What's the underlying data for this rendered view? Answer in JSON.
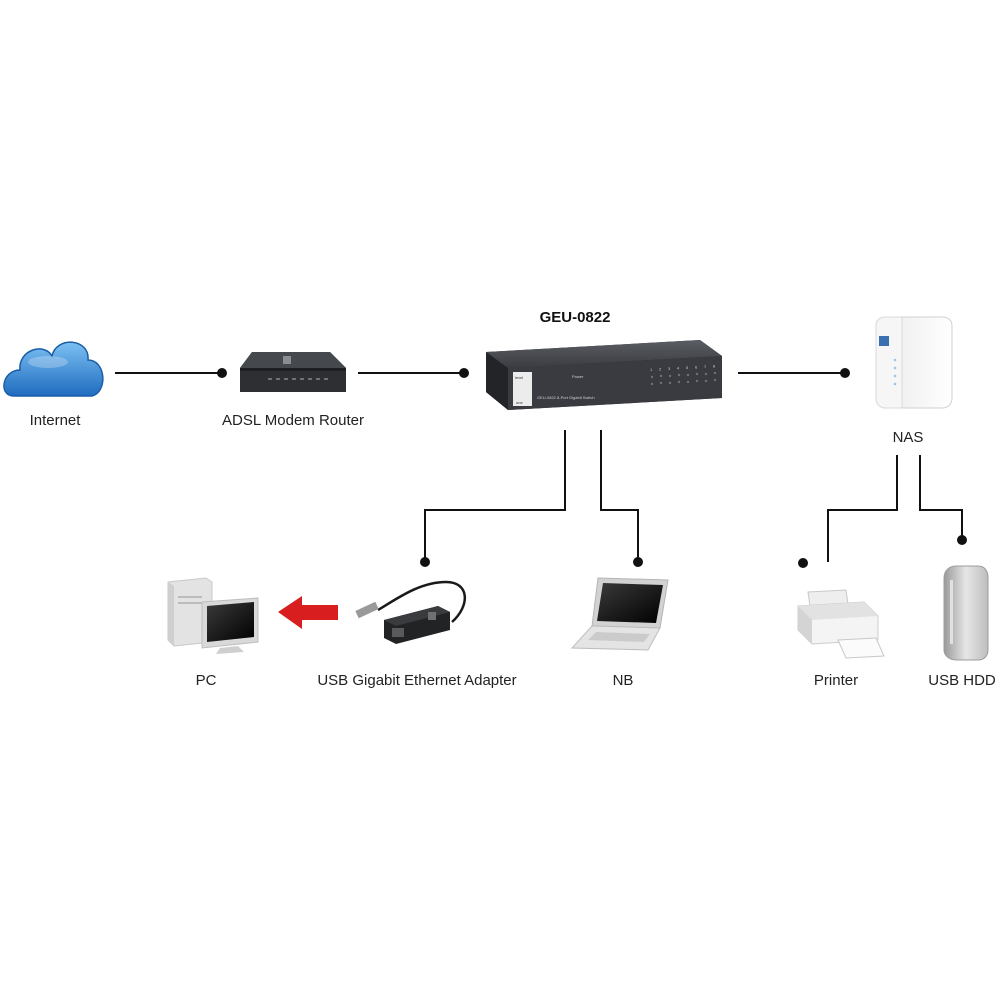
{
  "diagram": {
    "switch_title": "GEU-0822",
    "nodes": {
      "internet": "Internet",
      "adsl": "ADSL Modem Router",
      "nas": "NAS",
      "pc": "PC",
      "usb_adapter": "USB Gigabit Ethernet Adapter",
      "nb": "NB",
      "printer": "Printer",
      "usb_hdd": "USB HDD"
    },
    "switch_panel": {
      "brand_top": "level",
      "brand_bottom": "one",
      "power": "Power",
      "model_text": "GEU-0822 8-Port Gigabit Switch",
      "port_numbers": [
        "1",
        "2",
        "3",
        "4",
        "5",
        "6",
        "7",
        "8"
      ]
    },
    "colors": {
      "wire": "#111111",
      "cloud": "#3f8fd8",
      "arrow": "#d81e1e",
      "switch_body": "#3b3d42"
    }
  }
}
